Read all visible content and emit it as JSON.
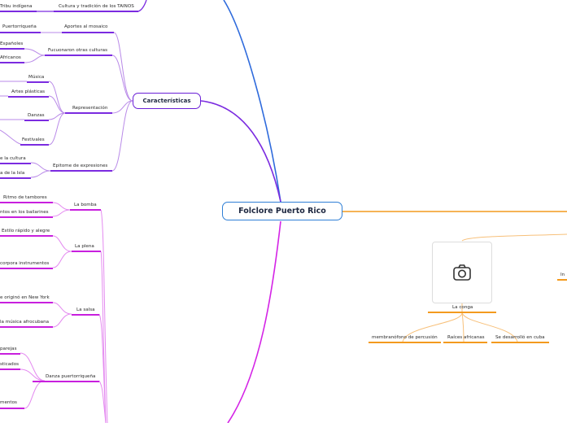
{
  "root": {
    "label": "Folclore Puerto Rico"
  },
  "colors": {
    "blue": "#2f6bdc",
    "purple": "#7b2be0",
    "magenta": "#d424e6",
    "orange": "#f39a1e"
  },
  "top": {
    "item1": "Tribu indígena",
    "item2": "Cultura y tradición de los TAINOS"
  },
  "caracteristicas": {
    "label": "Características",
    "aportes": {
      "label": "Aportes al mosaico",
      "child": "Puertorriqueña"
    },
    "fusionaron": {
      "label": "Fucuonaron otras culturas",
      "children": [
        "Españoles",
        "Africanos"
      ]
    },
    "representacion": {
      "label": "Representación",
      "children": [
        "Música",
        "Artes plásticas",
        "Danzas",
        "Festivales"
      ]
    },
    "epitome": {
      "label": "Epitome de expresiones",
      "children": [
        "e la cultura",
        "a de la Isla"
      ]
    }
  },
  "bailes": {
    "bomba": {
      "label": "La bomba",
      "children": [
        "Ritmo de tambores",
        "ntos en los bailarines"
      ]
    },
    "plena": {
      "label": "La plena",
      "children": [
        "Estilo rápido y alegre",
        "corpora instrumentos"
      ]
    },
    "salsa": {
      "label": "La salsa",
      "children": [
        "e originó en New York",
        "la música afrocubana"
      ]
    },
    "danza": {
      "label": "Danza puertorriqueña",
      "children": [
        "parejas",
        "sticados",
        "mentos"
      ]
    }
  },
  "conga": {
    "label": "La conga",
    "children": [
      "membranófono de percusión",
      "Raíces africanas",
      "Se desarrolló en cuba"
    ],
    "right_partial": "In"
  },
  "icons": {
    "image_placeholder": "camera-icon"
  }
}
